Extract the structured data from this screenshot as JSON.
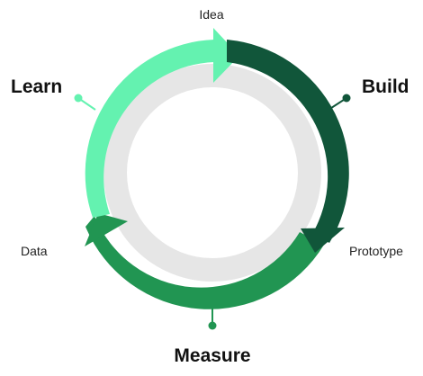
{
  "diagram": {
    "stages": {
      "build": "Build",
      "measure": "Measure",
      "learn": "Learn"
    },
    "artifacts": {
      "idea": "Idea",
      "prototype": "Prototype",
      "data": "Data"
    },
    "colors": {
      "build_arrow": "#11563a",
      "measure_arrow": "#219552",
      "learn_arrow": "#64f2b0",
      "inner_ring": "#e6e6e6",
      "connector_build": "#11563a",
      "connector_measure": "#219552",
      "connector_learn": "#64f2b0",
      "stage_text": "#111111",
      "artifact_text": "#222222"
    }
  }
}
